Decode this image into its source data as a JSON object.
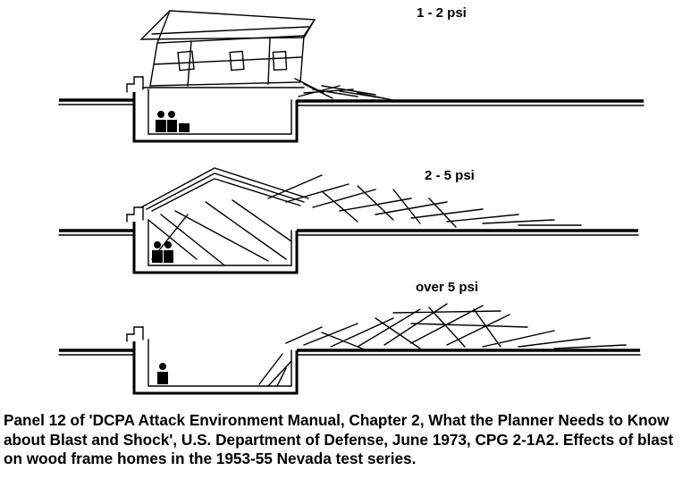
{
  "panels": [
    {
      "id": "panel-1",
      "pressure_label": "1 - 2 psi"
    },
    {
      "id": "panel-2",
      "pressure_label": "2 - 5 psi"
    },
    {
      "id": "panel-3",
      "pressure_label": "over 5 psi"
    }
  ],
  "caption": "Panel 12 of 'DCPA Attack Environment Manual, Chapter 2, What the Planner Needs to Know about Blast and Shock', U.S. Department of Defense, June 1973, CPG 2-1A2.  Effects of blast on wood frame homes in the 1953-55 Nevada test series.",
  "colors": {
    "ink": "#000000",
    "background": "#ffffff"
  }
}
